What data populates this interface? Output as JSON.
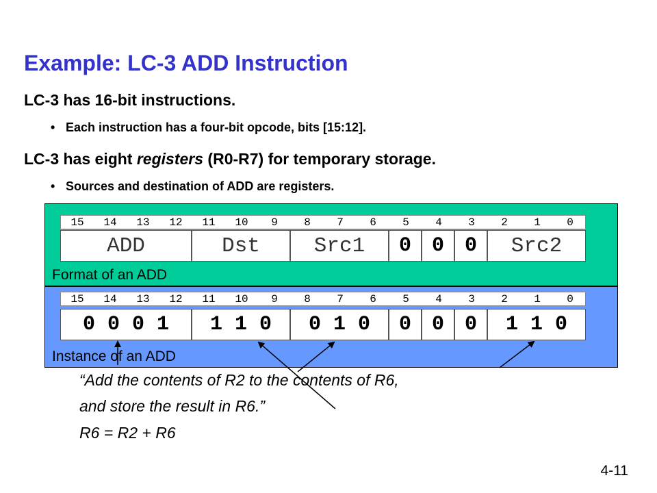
{
  "slide": {
    "title": "Example: LC-3 ADD Instruction",
    "line1": "LC-3 has 16-bit instructions.",
    "bullet1": "Each instruction has a four-bit opcode, bits [15:12].",
    "line2_pre": "LC-3 has eight ",
    "line2_em": "registers",
    "line2_post": " (R0-R7) for temporary storage.",
    "bullet2": "Sources and destination of ADD are registers.",
    "bullet_char": "•",
    "page_number": "4-11"
  },
  "format": {
    "caption": "Format of an ADD",
    "bit_numbers": [
      "15",
      "14",
      "13",
      "12",
      "11",
      "10",
      "9",
      "8",
      "7",
      "6",
      "5",
      "4",
      "3",
      "2",
      "1",
      "0"
    ],
    "fields": [
      {
        "label": "ADD",
        "span": 4,
        "kind": "name"
      },
      {
        "label": "Dst",
        "span": 3,
        "kind": "name"
      },
      {
        "label": "Src1",
        "span": 3,
        "kind": "name"
      },
      {
        "label": "0",
        "span": 1,
        "kind": "zero"
      },
      {
        "label": "0",
        "span": 1,
        "kind": "zero"
      },
      {
        "label": "0",
        "span": 1,
        "kind": "zero"
      },
      {
        "label": "Src2",
        "span": 3,
        "kind": "name"
      }
    ]
  },
  "instance": {
    "caption": "Instance of an ADD",
    "bit_numbers": [
      "15",
      "14",
      "13",
      "12",
      "11",
      "10",
      "9",
      "8",
      "7",
      "6",
      "5",
      "4",
      "3",
      "2",
      "1",
      "0"
    ],
    "groups": [
      {
        "bits": "0 0 0 1",
        "span": 4
      },
      {
        "bits": "1 1 0",
        "span": 3
      },
      {
        "bits": "0 1 0",
        "span": 3
      },
      {
        "bits": "0",
        "span": 1
      },
      {
        "bits": "0",
        "span": 1
      },
      {
        "bits": "0",
        "span": 1
      },
      {
        "bits": "1 1 0",
        "span": 3
      }
    ]
  },
  "explanation": {
    "line1": "“Add the contents of R2 to the contents of R6,",
    "line2": "and store the result in R6.”",
    "line3": "R6 = R2 + R6"
  },
  "colors": {
    "title": "#3333cc",
    "format_panel": "#00cc99",
    "instance_panel": "#6699ff"
  }
}
